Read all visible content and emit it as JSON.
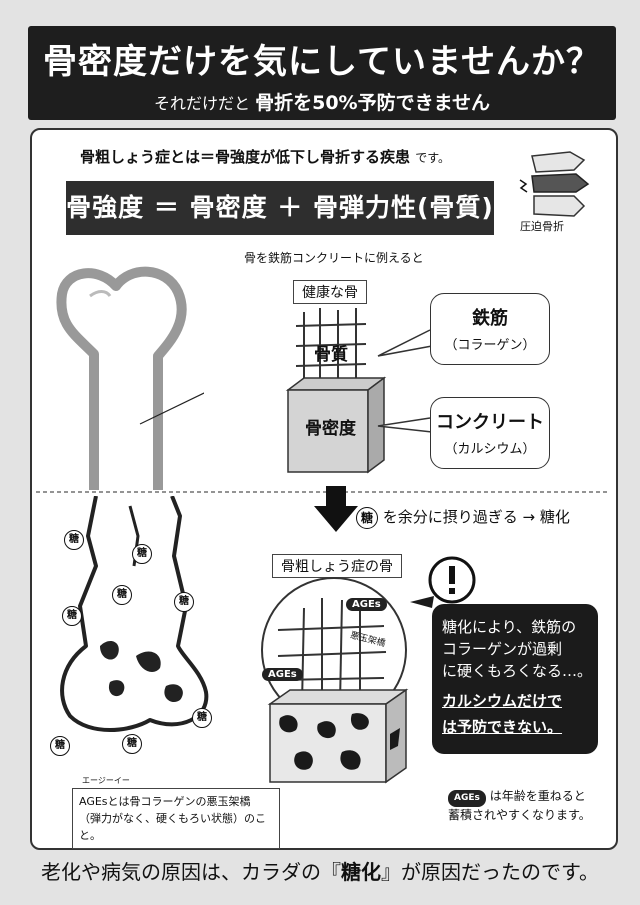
{
  "header": {
    "title": "骨密度だけを気にしていませんか？",
    "subtitle_pre": "それだけだと",
    "subtitle_bold": "骨折を50%予防できません"
  },
  "definition": {
    "text": "骨粗しょう症とは＝骨強度が低下し骨折する疾患",
    "suffix": "です。"
  },
  "formula": "骨強度 ＝ 骨密度 ＋ 骨弾力性(骨質)",
  "compression_label": "圧迫骨折",
  "analogy_text": "骨を鉄筋コンクリートに例えると",
  "healthy_bone_label": "健康な骨",
  "bone_quality_label": "骨質",
  "bone_density_label": "骨密度",
  "rebar": {
    "title": "鉄筋",
    "sub": "（コラーゲン）"
  },
  "concrete": {
    "title": "コンクリート",
    "sub": "（カルシウム）"
  },
  "sugar": {
    "circle": "糖",
    "text": "を余分に摂り過ぎる → 糖化"
  },
  "osteoporosis_label": "骨粗しょう症の骨",
  "ages_tag": "AGEs",
  "akudama_label": "悪玉架橋",
  "warning": {
    "line1": "糖化により、鉄筋の",
    "line2": "コラーゲンが過剰",
    "line3": "に硬くもろくなる…。",
    "strong1": "カルシウムだけで",
    "strong2": "は予防できない。"
  },
  "ages_note": {
    "ruby": "エージーイー",
    "line1": "AGEsとは骨コラーゲンの悪玉架橋",
    "line2": "（弾力がなく、硬くもろい状態）のこと。"
  },
  "ages_accumulate": {
    "pill": "AGEs",
    "line1": "は年齢を重ねると",
    "line2": "蓄積されやすくなります。"
  },
  "footer": {
    "pre": "老化や病気の原因は、カラダの『",
    "bold": "糖化",
    "post": "』が原因だったのです。"
  }
}
